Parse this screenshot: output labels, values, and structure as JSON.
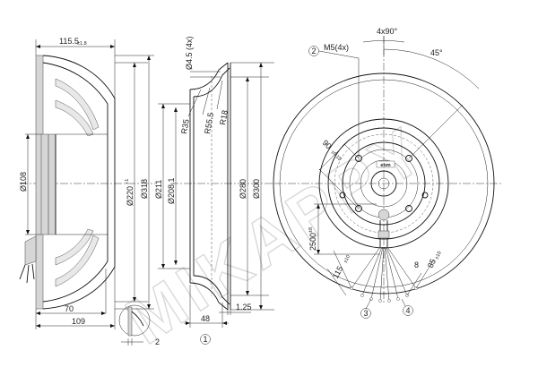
{
  "side_view": {
    "dim_width": "115.5",
    "dim_width_tol": "±1.8",
    "dim_hub_dia": "Ø108",
    "dim_inlet_dia": "Ø220",
    "dim_inlet_dia_tol": "+1",
    "dim_outer_dia": "Ø318",
    "dim_depth_70": "70",
    "dim_depth_109": "109",
    "dim_flange_2": "2"
  },
  "nozzle_view": {
    "dim_hole": "Ø4.5 (4x)",
    "dim_r35": "R35",
    "dim_r55": "R55.5",
    "dim_r18": "R18",
    "dim_211": "Ø211",
    "dim_208": "Ø208.1",
    "dim_280": "Ø280",
    "dim_300": "Ø300",
    "dim_48": "48",
    "dim_125": "1.25",
    "callout": "1"
  },
  "front_view": {
    "dim_4x90": "4x90°",
    "dim_45": "45°",
    "dim_m5": "M5(4x)",
    "callout_2": "2",
    "dim_90": "90",
    "dim_90_tol": "±0.15",
    "dim_2500": "2500",
    "dim_2500_tol": "±8",
    "dim_115": "115",
    "dim_115_tol": "±10",
    "dim_85": "85",
    "dim_85_tol": "±10",
    "dim_8": "8",
    "callout_3": "3",
    "callout_4": "4",
    "brand_badge": "ebm"
  },
  "watermark": "MIKAPPY",
  "colors": {
    "line": "#111111",
    "shade": "#d6d6d6",
    "watermark": "#d9d9d9"
  }
}
